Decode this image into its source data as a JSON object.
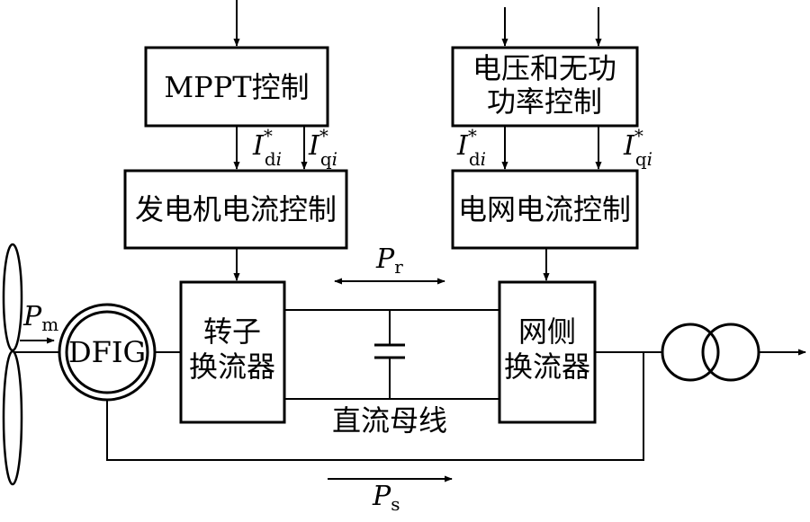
{
  "blocks": {
    "mppt": "MPPT控制",
    "voltage_line1": "电压和无功",
    "voltage_line2": "功率控制",
    "gen_current": "发电机电流控制",
    "grid_current": "电网电流控制",
    "rotor_line1": "转子",
    "rotor_line2": "换流器",
    "grid_line1": "网侧",
    "grid_line2": "换流器",
    "dfig": "DFIG"
  },
  "labels": {
    "dc_bus": "直流母线",
    "id_var": "I",
    "id_sup": "*",
    "id_sub_d": "d",
    "id_sub_i": "i",
    "iq_var": "I",
    "iq_sup": "*",
    "iq_sub_q": "q",
    "iq_sub_i": "i",
    "pm_var": "P",
    "pm_sub": "m",
    "pr_var": "P",
    "pr_sub": "r",
    "ps_var": "P",
    "ps_sub": "s"
  }
}
